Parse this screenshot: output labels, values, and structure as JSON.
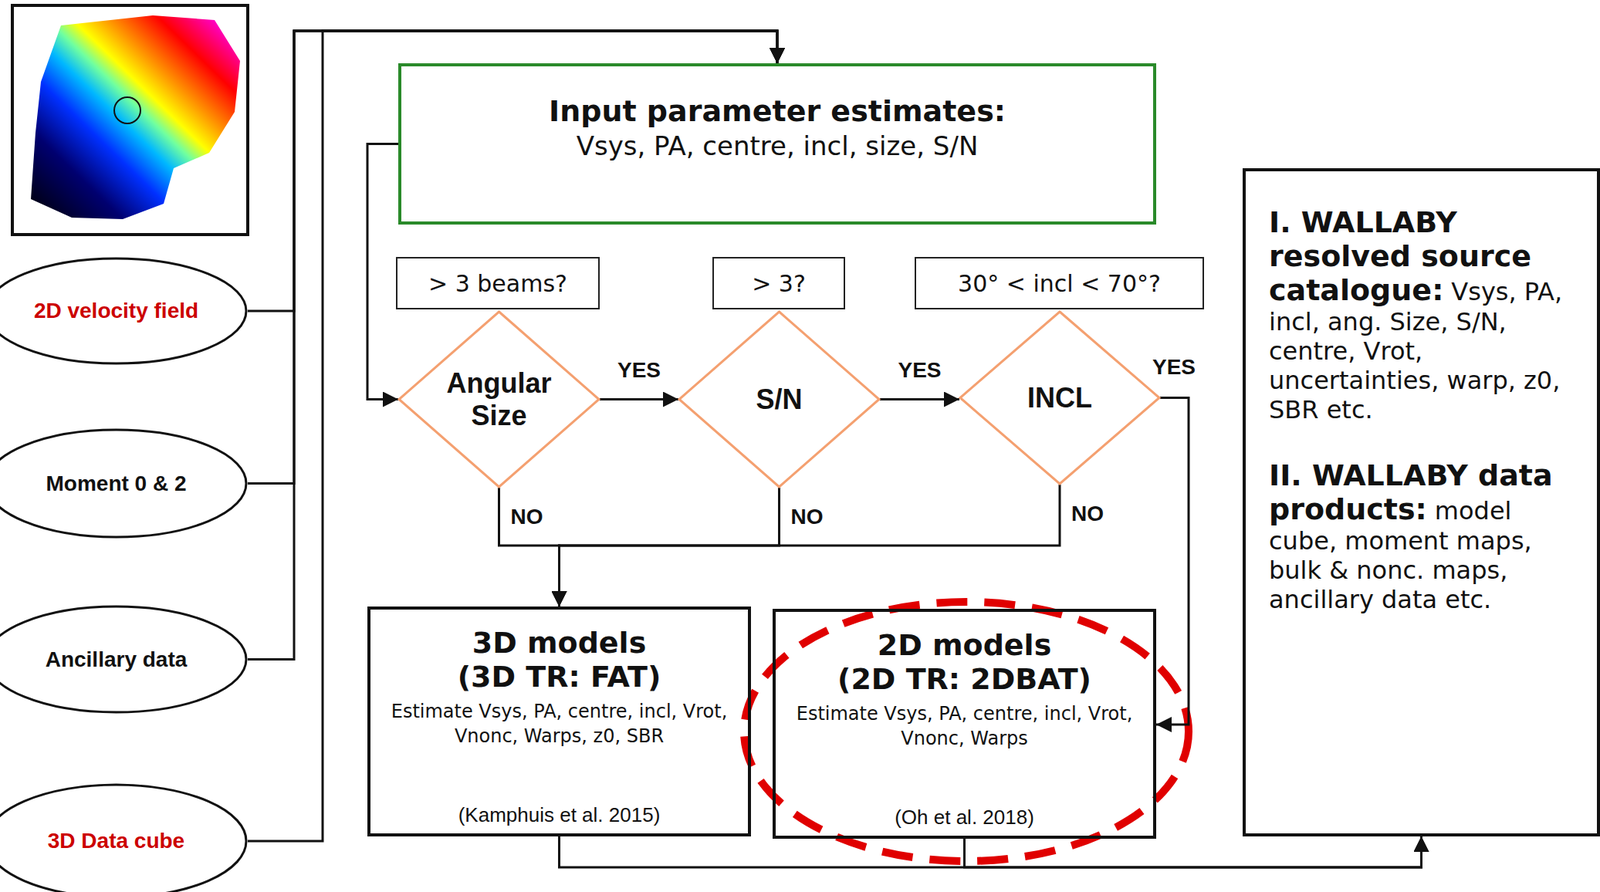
{
  "diagram": {
    "nodes": [
      {
        "text": [
          "Input parameter estimates:",
          "Vsys, PA, centre, incl, size, S/N"
        ]
      },
      {
        "text": [
          "2D velocity field"
        ]
      },
      {
        "text": [
          "> 3 beams?"
        ]
      },
      {
        "text": [
          "> 3?"
        ]
      },
      {
        "text": [
          "30° < incl < 70°?"
        ]
      },
      {
        "text": [
          "Angular Size"
        ]
      },
      {
        "text": [
          "S/N"
        ]
      },
      {
        "text": [
          "INCL"
        ]
      },
      {
        "text": [
          "I. WALLABY resolved source catalogue:",
          "Vsys, PA, incl, ang. Size, S/N, centre, Vrot, uncertainties, warp, z0, SBR etc.",
          "II. WALLABY data products:",
          "model cube, moment maps, bulk & nonc. maps, ancillary data etc."
        ]
      },
      {
        "text": [
          "Moment 0 & 2"
        ]
      },
      {
        "text": [
          "Ancillary data"
        ]
      },
      {
        "text": [
          "3D models (3D TR: FAT)",
          "Estimate Vsys, PA, centre, incl, Vrot, Vnonc, Warps, z0, SBR",
          "(Kamphuis et al. 2015)"
        ]
      },
      {
        "text": [
          "2D models (2D TR: 2DBAT)",
          "Estimate Vsys, PA, centre, incl, Vrot, Vnonc, Warps",
          "(Oh et al. 2018)"
        ]
      },
      {
        "text": [
          "3D Data cube"
        ]
      }
    ],
    "edges": [
      {
        "from": 1,
        "to": 0,
        "arrow": "to"
      },
      {
        "from": 9,
        "to": 0,
        "arrow": "to"
      },
      {
        "from": 10,
        "to": 0,
        "arrow": "to"
      },
      {
        "from": 13,
        "to": 0,
        "arrow": "to"
      },
      {
        "from": 0,
        "to": 5,
        "arrow": "to"
      },
      {
        "from": 5,
        "to": 6,
        "label": "YES",
        "arrow": "to"
      },
      {
        "from": 6,
        "to": 7,
        "label": "YES",
        "arrow": "to"
      },
      {
        "from": 7,
        "to": 12,
        "label": "YES",
        "arrow": "to"
      },
      {
        "from": 5,
        "to": 11,
        "label": "NO",
        "arrow": "to"
      },
      {
        "from": 6,
        "to": 11,
        "label": "NO",
        "arrow": "to"
      },
      {
        "from": 7,
        "to": 11,
        "label": "NO",
        "arrow": "to"
      },
      {
        "from": 11,
        "to": 8,
        "arrow": "to"
      },
      {
        "from": 12,
        "to": 8,
        "arrow": "to"
      }
    ]
  }
}
